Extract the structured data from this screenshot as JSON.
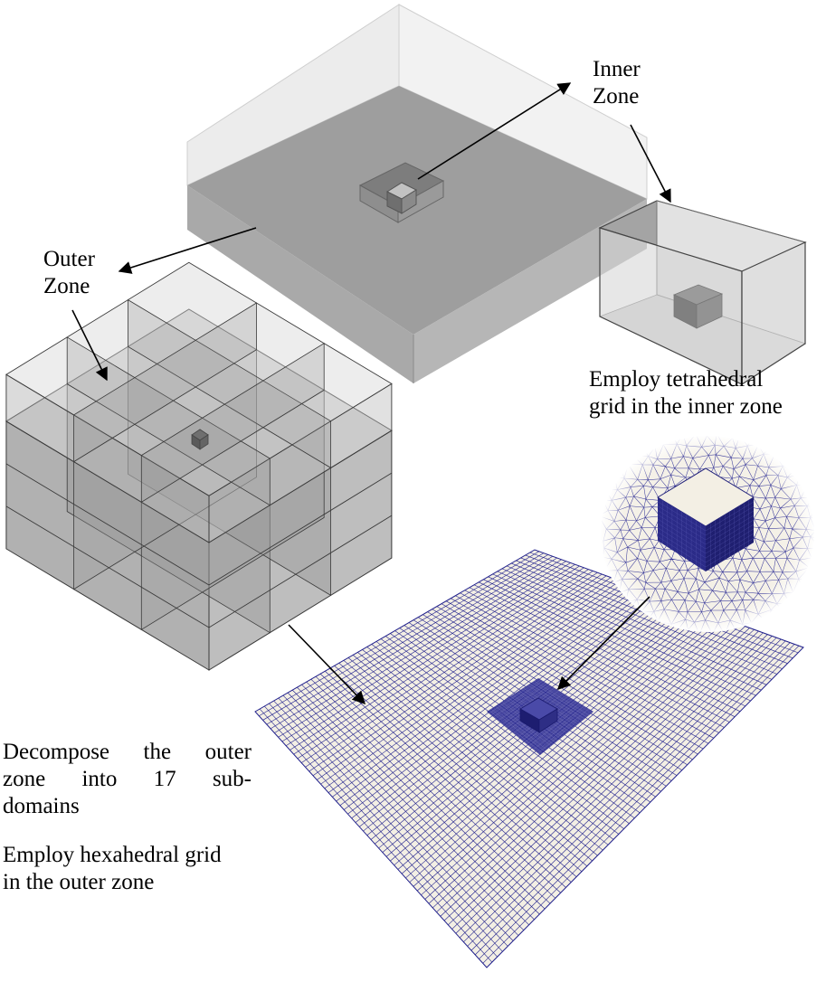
{
  "labels": {
    "inner_zone": [
      "Inner",
      "Zone"
    ],
    "outer_zone": [
      "Outer",
      "Zone"
    ],
    "tetra_caption": [
      "Employ tetrahedral",
      "grid in the inner zone"
    ],
    "decompose_caption": [
      "Decompose the outer",
      "zone into 17 sub-",
      "domains"
    ],
    "hexa_caption": [
      "Employ hexahedral grid",
      "in the outer zone"
    ]
  },
  "colors": {
    "mesh_line": "#1f1f8c",
    "mesh_background": "#f3efe4",
    "dense_mesh": "#2a2a90",
    "gray_box_top": "#9d9d9d",
    "gray_box_front": "#a8a8a8",
    "gray_box_side": "#b8b8b8",
    "translucent_top": "#eeeeee"
  }
}
